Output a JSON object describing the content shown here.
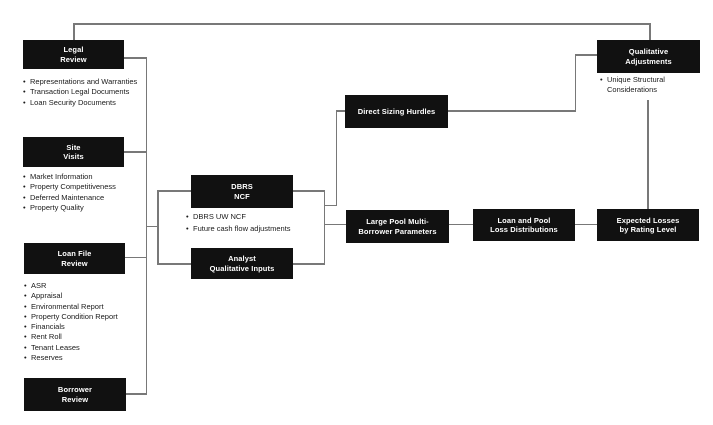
{
  "colors": {
    "background": "#ffffff",
    "box_bg": "#111111",
    "box_text": "#ffffff",
    "connector": "#787878",
    "bullet_text": "#1a1a1a"
  },
  "nodes": {
    "legal_review": {
      "label": "Legal\nReview",
      "bullets": [
        "Representations and Warranties",
        "Transaction Legal Documents",
        "Loan Security Documents"
      ]
    },
    "site_visits": {
      "label": "Site\nVisits",
      "bullets": [
        "Market Information",
        "Property Competitiveness",
        "Deferred Maintenance",
        "Property Quality"
      ]
    },
    "loan_file_review": {
      "label": "Loan File\nReview",
      "bullets": [
        "ASR",
        "Appraisal",
        "Environmental Report",
        "Property Condition Report",
        "Financials",
        "Rent Roll",
        "Tenant Leases",
        "Reserves"
      ]
    },
    "borrower_review": {
      "label": "Borrower\nReview"
    },
    "dbrs_ncf": {
      "label": "DBRS\nNCF",
      "bullets": [
        "DBRS UW NCF",
        "Future cash flow adjustments"
      ]
    },
    "analyst_qualitative_inputs": {
      "label": "Analyst\nQualitative Inputs"
    },
    "direct_sizing_hurdles": {
      "label": "Direct Sizing Hurdles"
    },
    "large_pool_parameters": {
      "label": "Large Pool Multi-\nBorrower Parameters"
    },
    "loan_pool_loss_distributions": {
      "label": "Loan and Pool\nLoss Distributions"
    },
    "expected_losses": {
      "label": "Expected Losses\nby Rating Level"
    },
    "qualitative_adjustments": {
      "label": "Qualitative\nAdjustments",
      "bullets": [
        "Unique Structural Considerations"
      ]
    }
  }
}
